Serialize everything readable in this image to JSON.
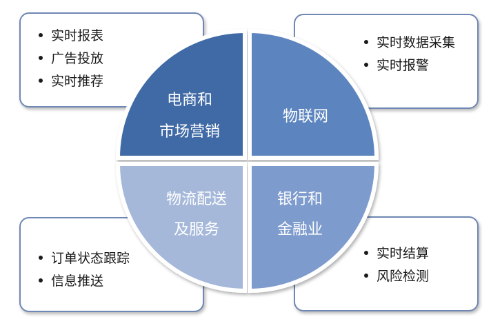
{
  "quadrants": {
    "ecommerce": {
      "line1": "电商和",
      "line2": "市场营销",
      "color": "#3f6aa6",
      "items": [
        "实时报表",
        "广告投放",
        "实时推荐"
      ]
    },
    "iot": {
      "line1": "物联网",
      "color": "#5b84bf",
      "items": [
        "实时数据采集",
        "实时报警"
      ]
    },
    "logistics": {
      "line1": "物流配送",
      "line2": "及服务",
      "color": "#a5b8da",
      "items": [
        "订单状态跟踪",
        "信息推送"
      ]
    },
    "finance": {
      "line1": "银行和",
      "line2": "金融业",
      "color": "#7d9bcd",
      "items": [
        "实时结算",
        "风险检测"
      ]
    }
  },
  "card_border_color": "#6f87b4"
}
